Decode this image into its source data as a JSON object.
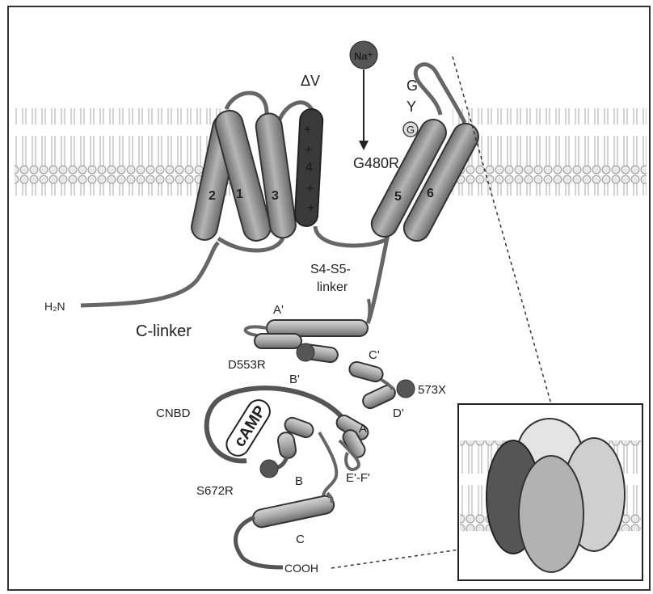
{
  "labels": {
    "delta_v": "ΔV",
    "na_ion": "Na⁺",
    "g_top": "G",
    "y_mid": "Y",
    "g_circle": "G",
    "mutation_g480r": "G480R",
    "helix_2": "2",
    "helix_1": "1",
    "helix_3": "3",
    "helix_4": "4",
    "helix_5": "5",
    "helix_6": "6",
    "s4_s5_linker": "S4-S5-",
    "s4_s5_linker_2": "linker",
    "h2n": "H₂N",
    "c_linker": "C-linker",
    "helix_a_prime": "A'",
    "helix_b_prime": "B'",
    "helix_c_prime": "C'",
    "helix_d_prime": "D'",
    "helix_ef_prime": "E'-F'",
    "helix_a": "A",
    "helix_b": "B",
    "helix_c": "C",
    "mutation_d553r": "D553R",
    "mutation_573x": "573X",
    "mutation_s672r": "S672R",
    "cnbd": "CNBD",
    "camp": "cAMP",
    "cooh": "COOH"
  },
  "s4_charges": [
    "+",
    "+",
    "+",
    "+"
  ],
  "colors": {
    "helix_dark": "#555555",
    "helix_mid": "#8a8a8a",
    "helix_light": "#c8c8c8",
    "membrane": "#d9d9d9",
    "s4_fill": "#3a3a3a",
    "dot": "#555555"
  }
}
